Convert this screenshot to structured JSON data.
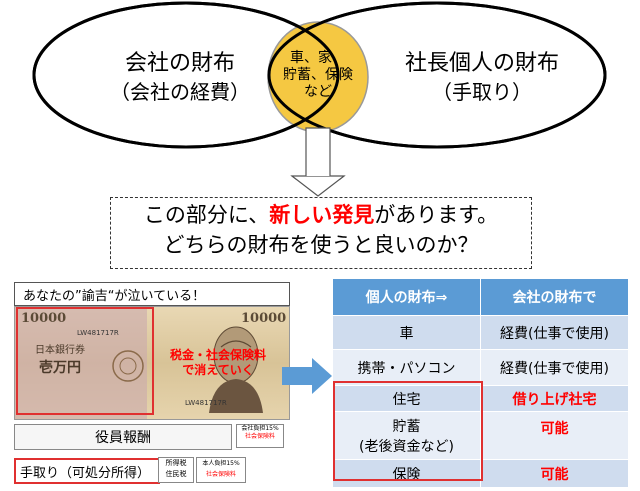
{
  "venn": {
    "left_title": "会社の財布",
    "left_sub": "（会社の経費）",
    "right_title": "社長個人の財布",
    "right_sub": "（手取り）",
    "overlap_line1": "車、家、",
    "overlap_line2": "貯蓄、保険",
    "overlap_line3": "など",
    "overlap_color": "#f5c842"
  },
  "callout": {
    "line1_prefix": "この部分に、",
    "line1_highlight": "新しい発見",
    "line1_suffix": "があります。",
    "line2": "どちらの財布を使うと良いのか？"
  },
  "banknote": {
    "caption": "あなたの”諭吉“が泣いている！",
    "denomination": "10000",
    "serial": "LW481717R",
    "bank_text": "日本銀行券",
    "value_text": "壱万円",
    "tax_note_line1": "税金・社会保険料",
    "tax_note_line2": "で消えていく"
  },
  "salary": {
    "label": "役員報酬",
    "company_note_line1": "会社負担15%",
    "company_note_line2": "社会保険料",
    "takehome_label": "手取り（可処分所得）",
    "tax1": "所得税",
    "tax2": "住民税",
    "personal_note_line1": "本人負担15%",
    "personal_note_line2": "社会保険料"
  },
  "table": {
    "header_left": "個人の財布⇒",
    "header_right": "会社の財布で",
    "rows": [
      {
        "item": "車",
        "item2": "",
        "company": "経費(仕事で使用)",
        "highlight": false
      },
      {
        "item": "携帯・パソコン",
        "item2": "",
        "company": "経費(仕事で使用)",
        "highlight": false
      },
      {
        "item": "住宅",
        "item2": "",
        "company": "借り上げ社宅",
        "highlight": true
      },
      {
        "item": "貯蓄",
        "item2": "(老後資金など)",
        "company": "可能",
        "highlight": true
      },
      {
        "item": "保険",
        "item2": "",
        "company": "可能",
        "highlight": true
      }
    ]
  },
  "colors": {
    "header_blue": "#5b9bd5",
    "highlight_red": "#ff0000",
    "arrow_blue": "#5b9bd5"
  }
}
